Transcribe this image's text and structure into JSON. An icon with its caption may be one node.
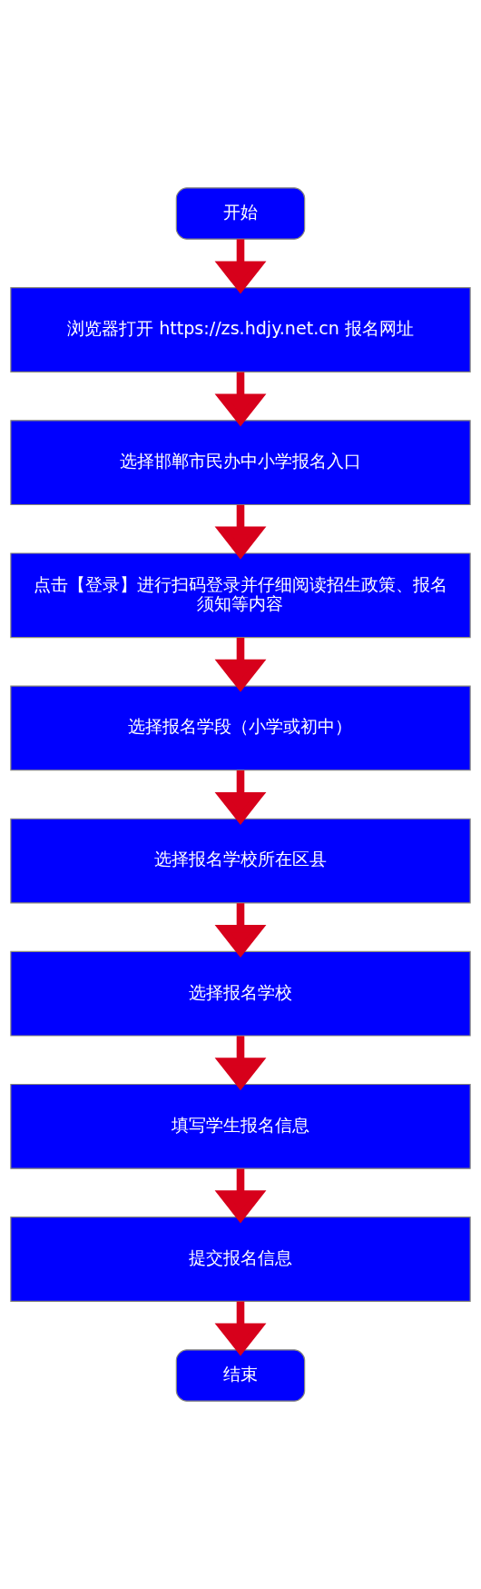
{
  "diagram": {
    "nodes": [
      {
        "text": [
          "开始"
        ]
      },
      {
        "text": [
          "浏览器打开 https://zs.hdjy.net.cn 报名网址"
        ]
      },
      {
        "text": [
          "选择邯郸市民办中小学报名入口"
        ]
      },
      {
        "text": [
          "点击【登录】进行扫码登录并仔细阅读招生政策、报名须知等内容"
        ]
      },
      {
        "text": [
          "选择报名学段（小学或初中）"
        ]
      },
      {
        "text": [
          "选择报名学校所在区县"
        ]
      },
      {
        "text": [
          "选择报名学校"
        ]
      },
      {
        "text": [
          "填写学生报名信息"
        ]
      },
      {
        "text": [
          "提交报名信息"
        ]
      },
      {
        "text": [
          "结束"
        ]
      }
    ],
    "edges": [
      {
        "from": 0,
        "to": 1,
        "arrow": "to"
      },
      {
        "from": 1,
        "to": 2,
        "arrow": "to"
      },
      {
        "from": 2,
        "to": 3,
        "arrow": "to"
      },
      {
        "from": 3,
        "to": 4,
        "arrow": "to"
      },
      {
        "from": 4,
        "to": 5,
        "arrow": "to"
      },
      {
        "from": 5,
        "to": 6,
        "arrow": "to"
      },
      {
        "from": 6,
        "to": 7,
        "arrow": "to"
      },
      {
        "from": 7,
        "to": 8,
        "arrow": "to"
      },
      {
        "from": 8,
        "to": 9,
        "arrow": "to"
      }
    ]
  }
}
